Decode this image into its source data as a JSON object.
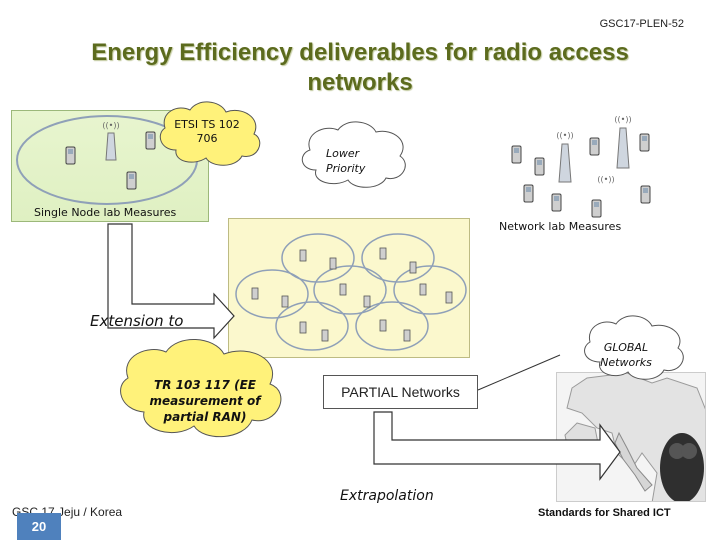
{
  "doc_id": "GSC17-PLEN-52",
  "title": "Energy Efficiency deliverables for radio access networks",
  "left_panel": {
    "callout": "ETSI TS 102 706",
    "caption": "Single Node lab Measures"
  },
  "middle_callout": "Lower Priority",
  "right_panel": {
    "caption": "Network lab Measures"
  },
  "extension_label": "Extension to",
  "tr_callout": "TR 103 117 (EE measurement of partial RAN)",
  "partial_box": "PARTIAL Networks",
  "global_callout": "GLOBAL Networks",
  "extrapolation_label": "Extrapolation",
  "footer": {
    "left_text": "GSC 17 Jeju / Korea",
    "page_number": "20",
    "right_text": "Standards for Shared ICT"
  },
  "colors": {
    "title": "#5c6b1e",
    "cloud_fill": "#fff27a",
    "panel_green": "#e2f2c6",
    "panel_yellow": "#fbf8cd",
    "page_badge": "#4f81bd"
  },
  "icons": [
    "antenna-tower-icon",
    "mobile-phone-icon",
    "cell-ellipse-icon",
    "cloud-callout-icon",
    "europe-map-icon"
  ]
}
